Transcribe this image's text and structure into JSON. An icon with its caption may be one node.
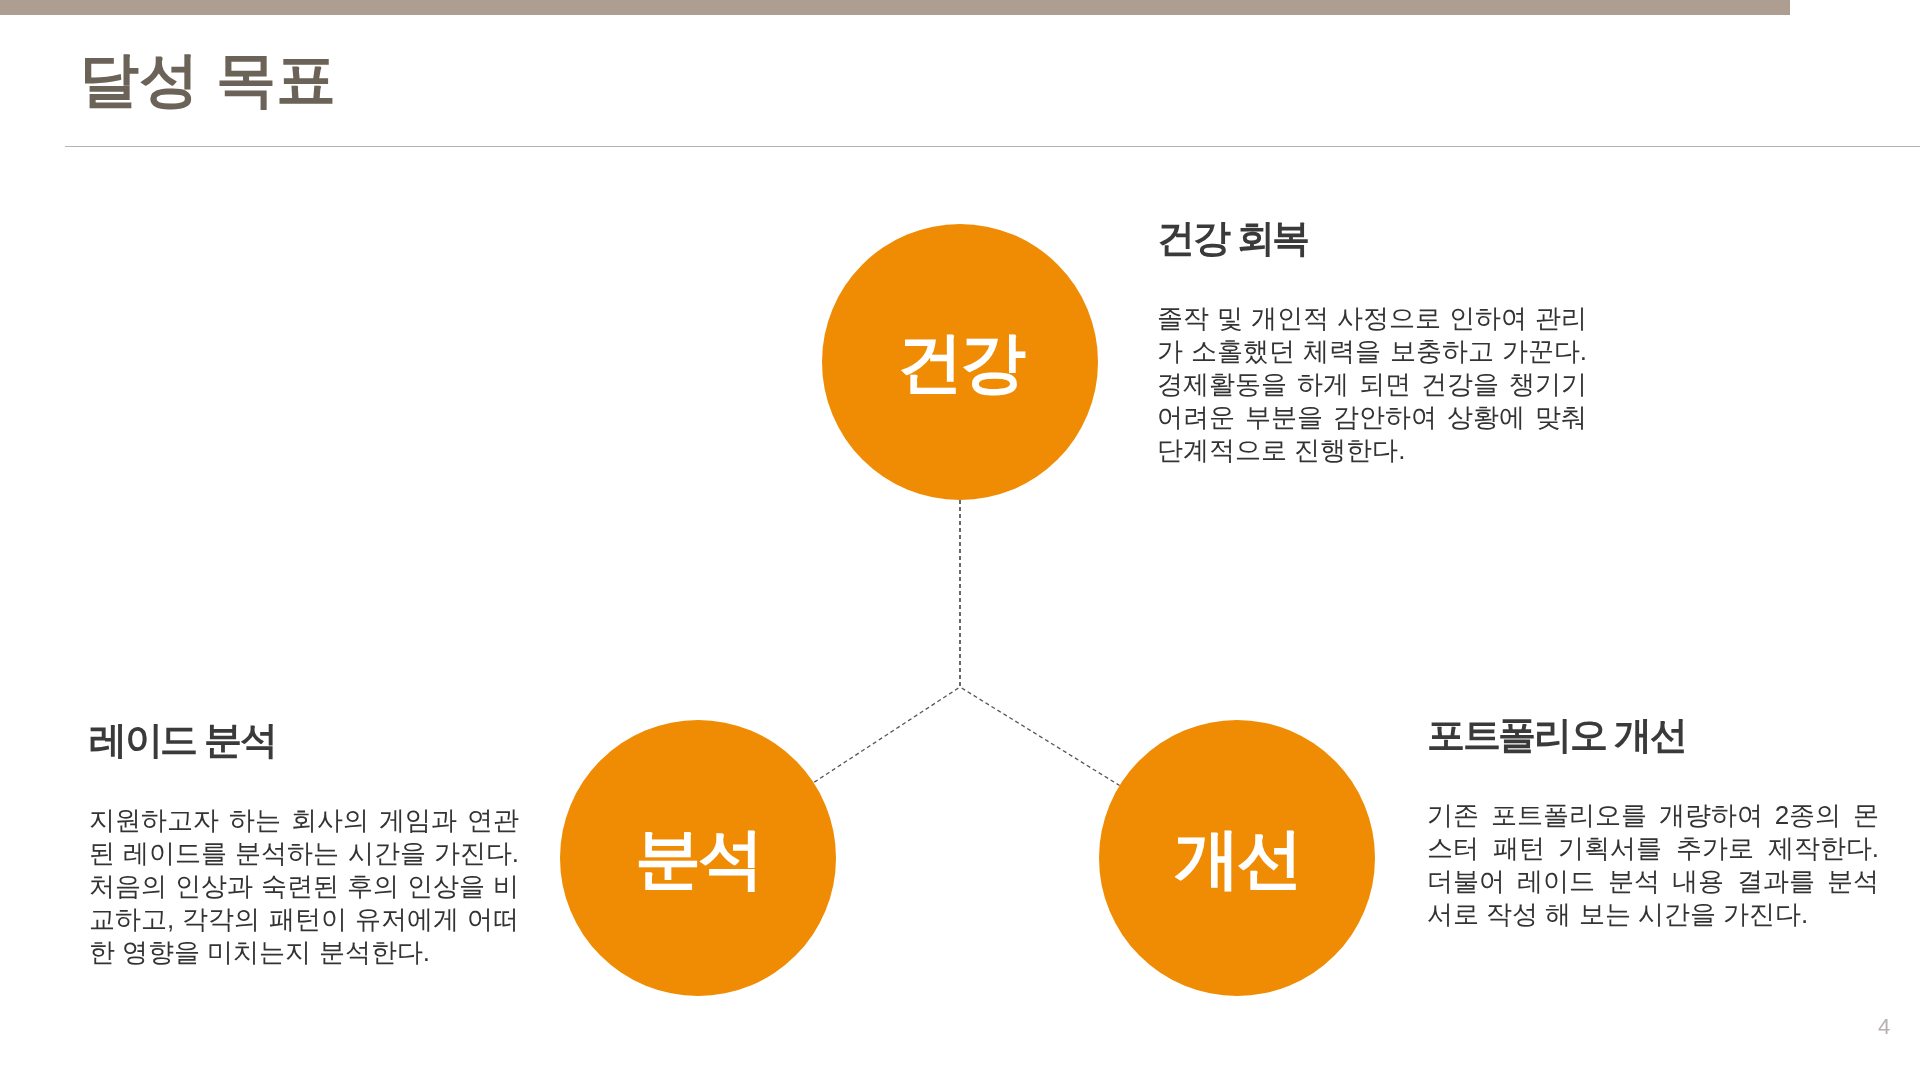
{
  "diagram": {
    "title": "달성 목표",
    "nodes": [
      {
        "text": [
          "건강"
        ],
        "beside": [
          "건강 회복",
          "졸작 및 개인적 사정으로 인하여 관리가 소홀했던 체력을 보충하고 가꾼다. 경제활동을 하게 되면 건강을 챙기기 어려운 부분을 감안하여 상황에 맞춰 단계적으로 진행한다."
        ]
      },
      {
        "text": [
          "분석"
        ],
        "beside": [
          "레이드 분석",
          "지원하고자 하는 회사의 게임과 연관된 레이드를 분석하는 시간을 가진다. 처음의 인상과 숙련된 후의 인상을 비교하고, 각각의 패턴이 유저에게 어떠한 영향을 미치는지 분석한다."
        ]
      },
      {
        "text": [
          "개선"
        ],
        "beside": [
          "포트폴리오 개선",
          "기존 포트폴리오를 개량하여 2종의 몬스터 패턴 기획서를 추가로 제작한다. 더불어 레이드 분석 내용 결과를 분석서로 작성 해 보는 시간을 가진다."
        ]
      }
    ],
    "edges": [
      {
        "from": 0,
        "to": 1,
        "arrow": "none",
        "style": "dashed"
      },
      {
        "from": 0,
        "to": 2,
        "arrow": "none",
        "style": "dashed"
      }
    ],
    "labels": [
      "4"
    ]
  }
}
